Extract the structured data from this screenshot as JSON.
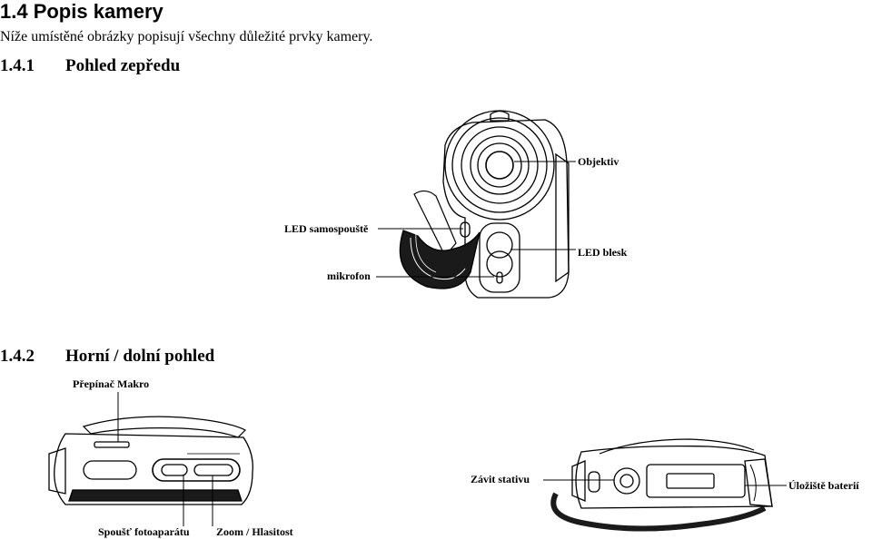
{
  "heading": "1.4 Popis kamery",
  "intro": "Níže umístěné obrázky popisují všechny důležité prvky kamery.",
  "sections": [
    {
      "number": "1.4.1",
      "title": "Pohled zepředu"
    },
    {
      "number": "1.4.2",
      "title": "Horní / dolní pohled"
    }
  ],
  "front_labels": {
    "lens": "Objektiv",
    "timer_led": "LED samospouště",
    "flash_led": "LED blesk",
    "microphone": "mikrofon"
  },
  "top_labels": {
    "macro": "Přepínač Makro",
    "shutter": "Spoušť fotoaparátu",
    "zoom": "Zoom / Hlasitost",
    "tripod": "Závit stativu",
    "battery": "Úložiště baterií"
  }
}
